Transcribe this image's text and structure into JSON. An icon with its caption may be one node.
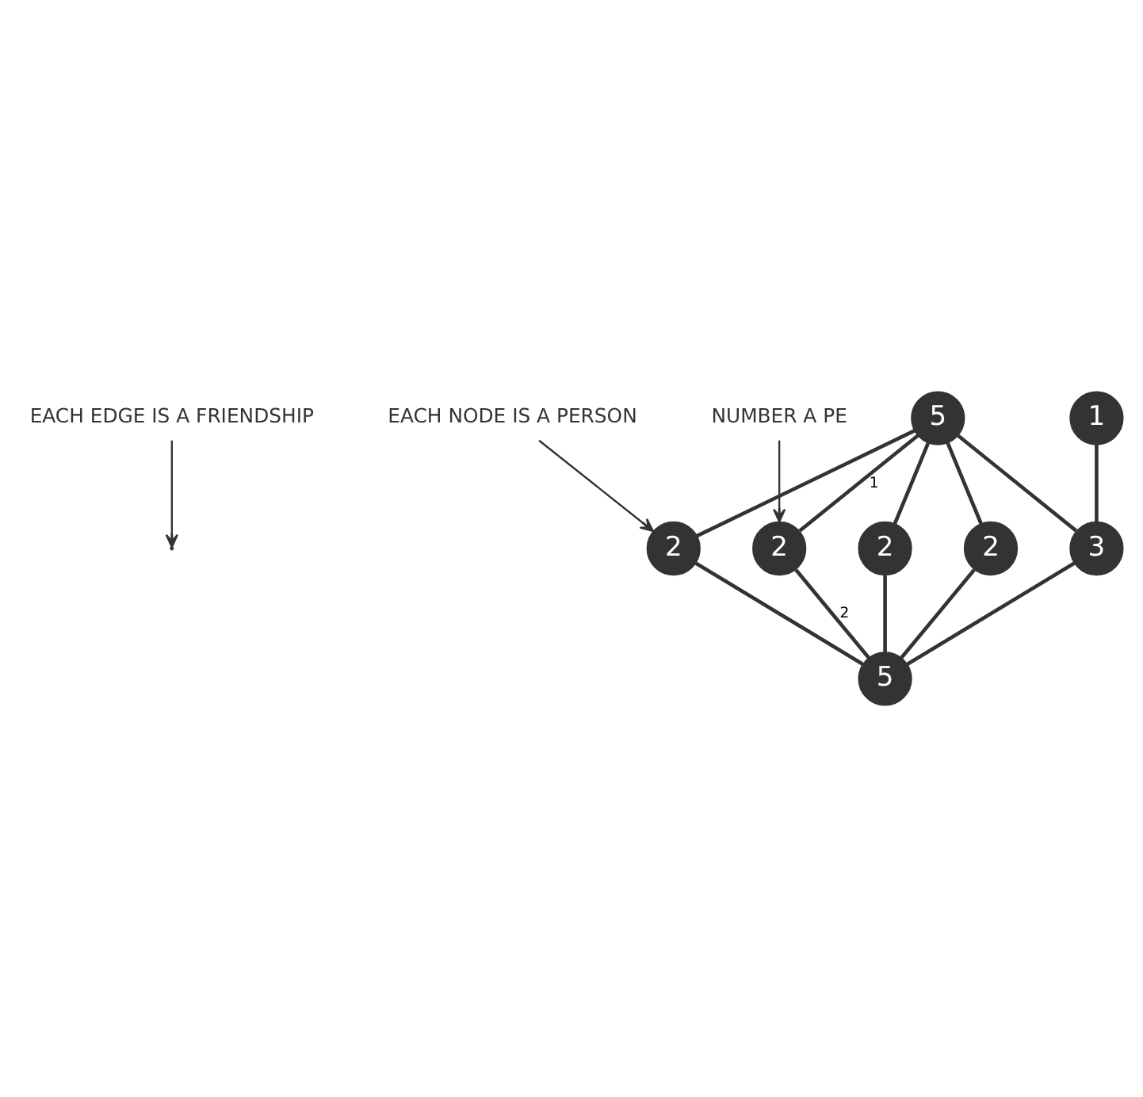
{
  "diagram": {
    "nodes": [
      {
        "text": [
          "EACH EDGE IS A FRIENDSHIP"
        ]
      },
      {
        "text": [
          "EACH NODE IS A PERSON"
        ]
      },
      {
        "text": [
          "NUMBER A PE"
        ]
      },
      {
        "text": [
          "5"
        ]
      },
      {
        "text": [
          "2"
        ]
      },
      {
        "text": [
          "2"
        ]
      },
      {
        "text": [
          "1"
        ]
      },
      {
        "text": [
          "2"
        ]
      },
      {
        "text": [
          "2"
        ]
      },
      {
        "text": [
          "3"
        ]
      },
      {
        "text": [
          "5"
        ]
      }
    ],
    "edges": [
      {
        "from": 0,
        "to": null,
        "arrow": "to"
      },
      {
        "from": 1,
        "to": 4,
        "arrow": "to"
      },
      {
        "from": 2,
        "to": 5,
        "arrow": "to"
      },
      {
        "from": 3,
        "to": 4,
        "arrow": "none"
      },
      {
        "from": 3,
        "to": 5,
        "arrow": "none",
        "label": "1"
      },
      {
        "from": 3,
        "to": 7,
        "arrow": "none"
      },
      {
        "from": 3,
        "to": 9,
        "arrow": "none"
      },
      {
        "from": 3,
        "to": 8,
        "arrow": "none"
      },
      {
        "from": 4,
        "to": 10,
        "arrow": "none"
      },
      {
        "from": 5,
        "to": 10,
        "arrow": "none",
        "label": "2"
      },
      {
        "from": 6,
        "to": 9,
        "arrow": "none"
      },
      {
        "from": 7,
        "to": 10,
        "arrow": "none"
      },
      {
        "from": 8,
        "to": 10,
        "arrow": "none"
      },
      {
        "from": 9,
        "to": 10,
        "arrow": "none"
      }
    ]
  }
}
